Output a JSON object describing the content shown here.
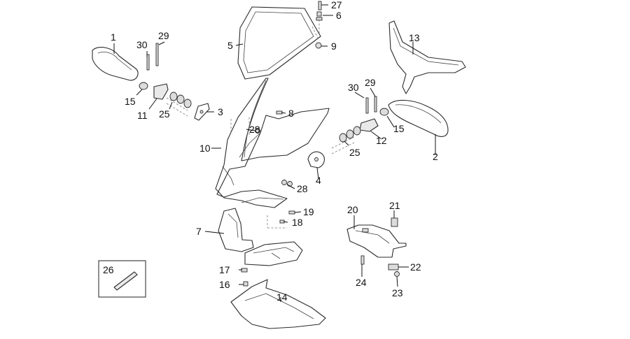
{
  "diagram": {
    "callouts": {
      "c1": "1",
      "c2": "2",
      "c3": "3",
      "c4": "4",
      "c5": "5",
      "c6": "6",
      "c7": "7",
      "c8": "8",
      "c9": "9",
      "c10": "10",
      "c11": "11",
      "c12": "12",
      "c13": "13",
      "c14": "14",
      "c15a": "15",
      "c15b": "15",
      "c16": "16",
      "c17": "17",
      "c18": "18",
      "c19": "19",
      "c20": "20",
      "c21": "21",
      "c22": "22",
      "c23": "23",
      "c24": "24",
      "c25a": "25",
      "c25b": "25",
      "c26": "26",
      "c27": "27",
      "c28a": "28",
      "c28b": "28",
      "c29a": "29",
      "c29b": "29",
      "c30a": "30",
      "c30b": "30"
    }
  }
}
